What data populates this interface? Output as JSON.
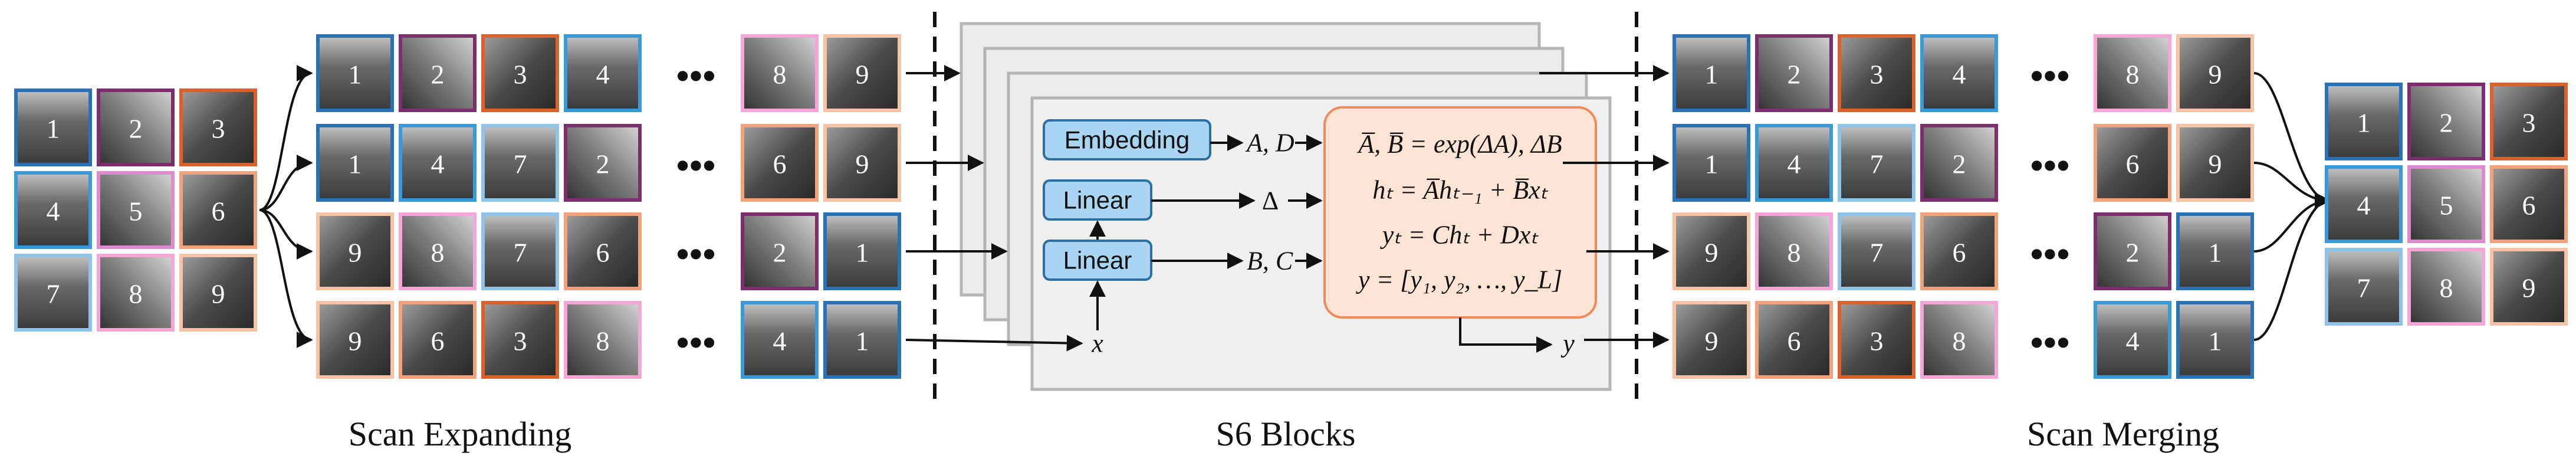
{
  "colors": {
    "1": "#2a72b5",
    "2": "#7b2d6e",
    "3": "#d9622b",
    "4": "#3a9ad8",
    "5": "#e08ad0",
    "6": "#f2a27a",
    "7": "#8fc3ea",
    "8": "#f5a6d6",
    "9": "#f7c2a6",
    "block_fill": "#a9d4f2",
    "block_border": "#2d6ea3",
    "ssm_fill": "#fde4d4",
    "ssm_border": "#f08a5a",
    "panel_fill": "#eeeeee",
    "panel_border": "#bbbbbb"
  },
  "input_grid": [
    [
      "1",
      "2",
      "3"
    ],
    [
      "4",
      "5",
      "6"
    ],
    [
      "7",
      "8",
      "9"
    ]
  ],
  "expanded_rows": [
    {
      "first": [
        "1",
        "2",
        "3",
        "4"
      ],
      "last": [
        "8",
        "9"
      ]
    },
    {
      "first": [
        "1",
        "4",
        "7",
        "2"
      ],
      "last": [
        "6",
        "9"
      ]
    },
    {
      "first": [
        "9",
        "8",
        "7",
        "6"
      ],
      "last": [
        "2",
        "1"
      ]
    },
    {
      "first": [
        "9",
        "6",
        "3",
        "8"
      ],
      "last": [
        "4",
        "1"
      ]
    }
  ],
  "ellipsis": "•••",
  "s6": {
    "embedding_label": "Embedding",
    "linear1_label": "Linear",
    "linear2_label": "Linear",
    "out_ad": "A, D",
    "out_delta": "Δ",
    "out_bc": "B, C",
    "input_x": "x",
    "output_y": "y",
    "eq1": "A̅, B̅ = exp(ΔA), ΔB",
    "eq2": "hₜ = A̅hₜ₋₁ + B̅xₜ",
    "eq3": "yₜ = Chₜ + Dxₜ",
    "eq4": "y = [y₁, y₂, …, y_L]"
  },
  "captions": {
    "left": "Scan Expanding",
    "middle": "S6 Blocks",
    "right": "Scan Merging"
  }
}
